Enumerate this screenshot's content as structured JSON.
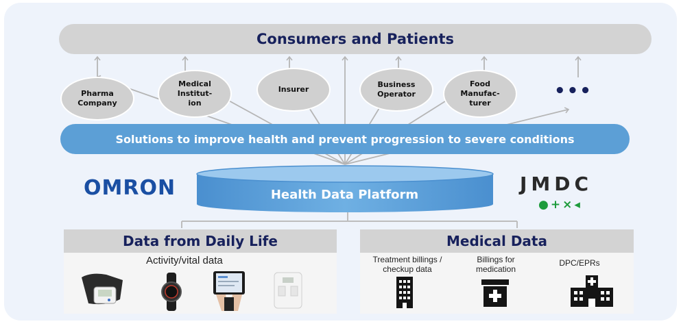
{
  "top": {
    "consumers_label": "Consumers and Patients"
  },
  "stakeholders": [
    {
      "label": "Pharma\nCompany"
    },
    {
      "label": "Medical\nInstitut-\nion"
    },
    {
      "label": "Insurer"
    },
    {
      "label": "Business\nOperator"
    },
    {
      "label": "Food\nManufac-\nturer"
    }
  ],
  "more_indicator": "•••",
  "solutions_label": "Solutions to improve health and prevent progression to severe conditions",
  "platform_label": "Health Data Platform",
  "logos": {
    "left": "OMRON",
    "right": "JMDC",
    "right_marks": "●+×◂"
  },
  "daily_life": {
    "title": "Data from Daily Life",
    "subtitle": "Activity/vital data",
    "devices": [
      "blood-pressure-monitor-icon",
      "smartwatch-icon",
      "smartphone-app-icon",
      "body-composition-scale-icon"
    ]
  },
  "medical": {
    "title": "Medical Data",
    "items": [
      {
        "label": "Treatment billings /\ncheckup data",
        "icon": "office-building-icon"
      },
      {
        "label": "Billings for\nmedication",
        "icon": "pharmacy-icon"
      },
      {
        "label": "DPC/EPRs",
        "icon": "hospital-icon"
      }
    ]
  },
  "colors": {
    "navy": "#17215c",
    "blue": "#5c9fd6",
    "gray": "#d3d3d3",
    "green": "#1e9b3c",
    "omron": "#1a4fa3"
  }
}
